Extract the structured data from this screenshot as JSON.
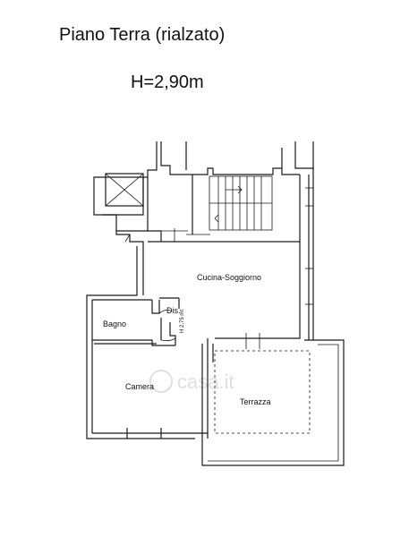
{
  "header": {
    "title": "Piano Terra (rialzato)",
    "height": "H=2,90m"
  },
  "rooms": {
    "kitchen": "Cucina-Soggiorno",
    "bathroom": "Bagno",
    "closet": "Dis.",
    "bedroom": "Camera",
    "terrace": "Terrazza"
  },
  "annotations": {
    "partial_height": "H 2,75 mt"
  },
  "watermark": {
    "text": "casa.it"
  }
}
